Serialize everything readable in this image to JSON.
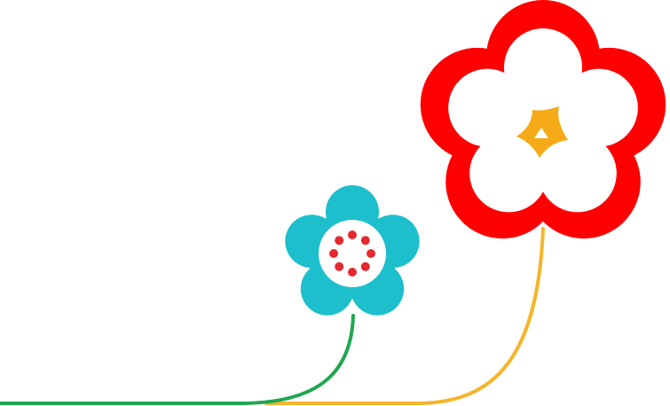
{
  "illustration": {
    "background": "#FFFFFF",
    "large_flower": {
      "petal_color": "#FF0000",
      "inner_color": "#FFFFFF",
      "center_color": "#F5AA17",
      "stem_color": "#F5B52A",
      "petal_count": 5
    },
    "small_flower": {
      "petal_color": "#1CBFCB",
      "inner_color": "#FFFFFF",
      "dot_color": "#E5292E",
      "dot_count": 8,
      "stem_color": "#1FA751",
      "petal_count": 5
    }
  }
}
